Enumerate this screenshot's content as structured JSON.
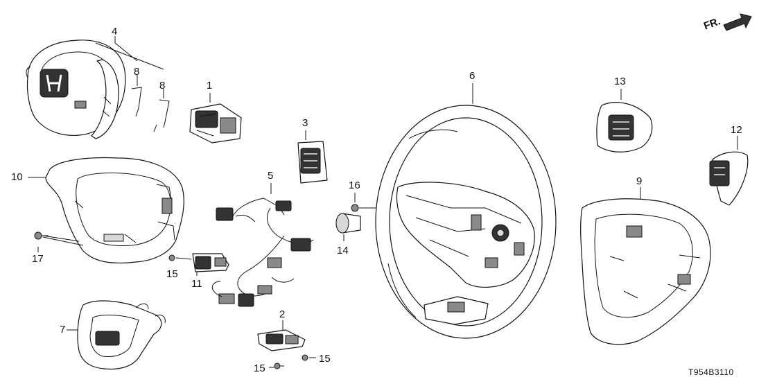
{
  "callouts": {
    "c1": "1",
    "c2": "2",
    "c3": "3",
    "c4": "4",
    "c5": "5",
    "c6": "6",
    "c7": "7",
    "c8a": "8",
    "c8b": "8",
    "c9": "9",
    "c10": "10",
    "c11": "11",
    "c12": "12",
    "c13": "13",
    "c14": "14",
    "c15a": "15",
    "c15b": "15",
    "c15c": "15",
    "c16": "16",
    "c17": "17"
  },
  "direction_label": "FR.",
  "reference_code": "T954B3110"
}
